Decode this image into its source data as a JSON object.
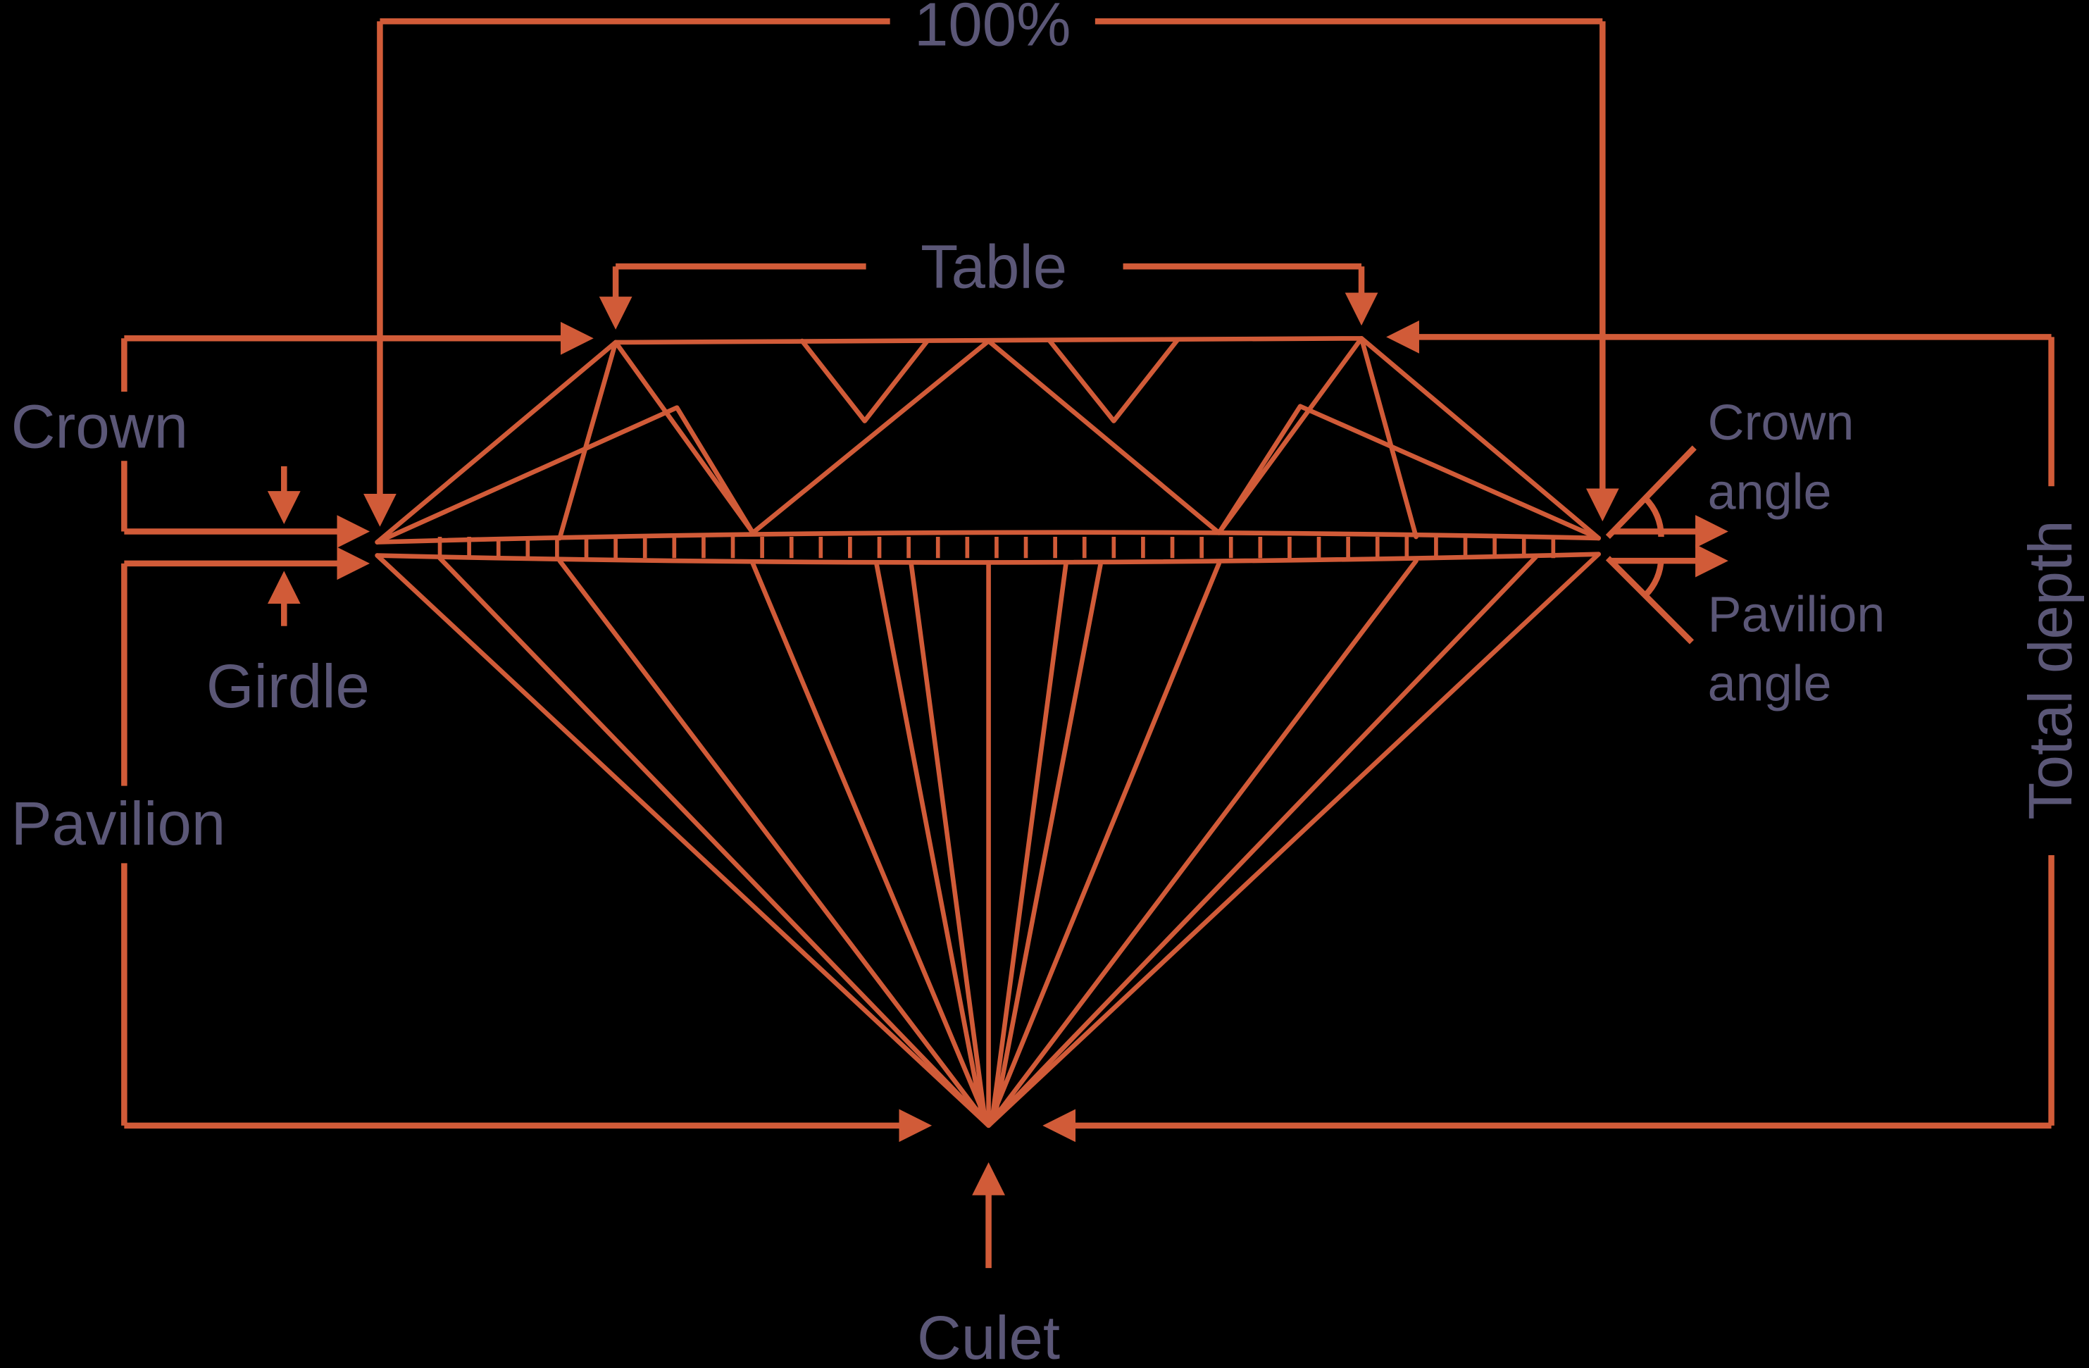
{
  "colors": {
    "background": "#000000",
    "line": "#d15b38",
    "text": "#5b5777"
  },
  "labels": {
    "total_width": "100%",
    "table": "Table",
    "crown": "Crown",
    "girdle": "Girdle",
    "pavilion": "Pavilion",
    "culet": "Culet",
    "total_depth": "Total depth",
    "crown_angle": {
      "line1": "Crown",
      "line2": "angle"
    },
    "pavilion_angle": {
      "line1": "Pavilion",
      "line2": "angle"
    }
  }
}
